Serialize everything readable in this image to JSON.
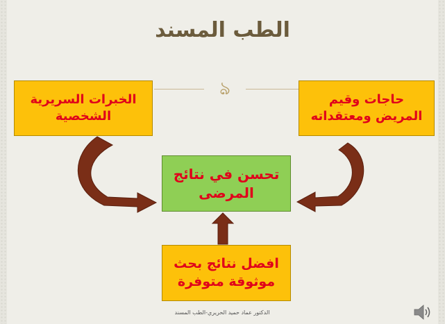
{
  "slide": {
    "title": "الطب المسند",
    "ornament_glyph": "ঌ",
    "boxes": {
      "left": {
        "line1": "الخبرات السريرية",
        "line2": "الشخصية"
      },
      "right": {
        "line1": "حاجات وقيم",
        "line2": "المريض ومعتقداته"
      },
      "center": {
        "line1": "تحسن في نتائج",
        "line2": "المرضى"
      },
      "bottom": {
        "line1": "افضل نتائج بحث",
        "line2": "موثوقة متوفرة"
      }
    },
    "footer": "الدكتور عماد حميد الحريري-الطب المسند"
  },
  "colors": {
    "background": "#efeee8",
    "title": "#6b5b3c",
    "yellow_box": "#fdc10a",
    "green_box": "#8fcf55",
    "box_text": "#e0001b",
    "arrow": "#7a2e17"
  },
  "icons": {
    "ornament": "curl-ornament-icon",
    "speaker": "speaker-icon"
  }
}
